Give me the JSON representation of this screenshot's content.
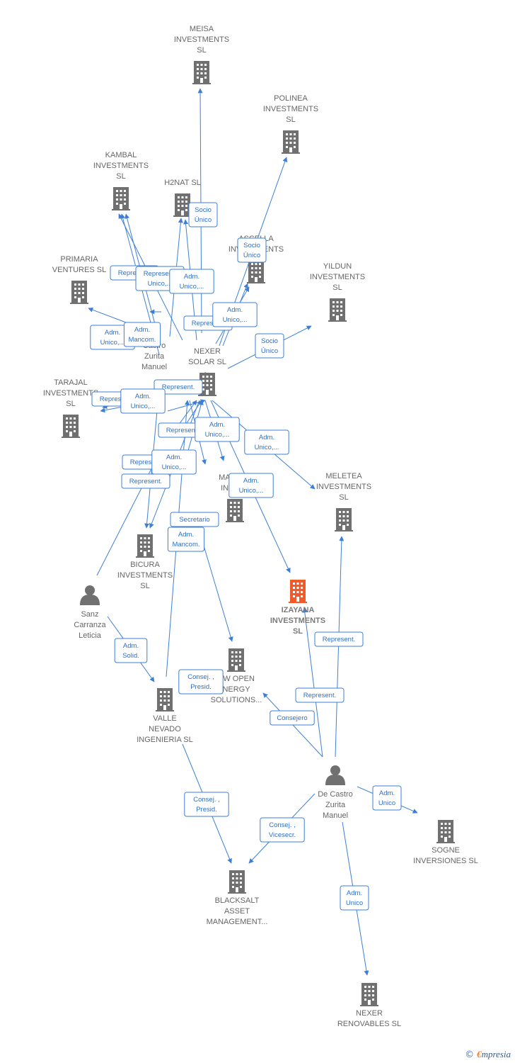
{
  "colors": {
    "edge": "#3d7fd6",
    "node": "#707070",
    "focus_node": "#f25a2a",
    "label": "#666666"
  },
  "nodes": [
    {
      "id": "meisa",
      "type": "company",
      "lines": [
        "MEISA",
        "INVESTMENTS",
        "SL"
      ]
    },
    {
      "id": "polinea",
      "type": "company",
      "lines": [
        "POLINEA",
        "INVESTMENTS",
        "SL"
      ]
    },
    {
      "id": "kambal",
      "type": "company",
      "lines": [
        "KAMBAL",
        "INVESTMENTS",
        "SL"
      ]
    },
    {
      "id": "h2nat",
      "type": "company",
      "lines": [
        "H2NAT  SL"
      ]
    },
    {
      "id": "ascella",
      "type": "company",
      "lines": [
        "ASCELLA",
        "INVESTMENTS"
      ]
    },
    {
      "id": "primaria",
      "type": "company",
      "lines": [
        "PRIMARIA",
        "VENTURES SL"
      ]
    },
    {
      "id": "yildun",
      "type": "company",
      "lines": [
        "YILDUN",
        "INVESTMENTS",
        "SL"
      ]
    },
    {
      "id": "castro_top",
      "type": "person",
      "lines": [
        "Castro",
        "Zurita",
        "Manuel"
      ]
    },
    {
      "id": "nexer_solar",
      "type": "company",
      "lines": [
        "NEXER",
        "SOLAR  SL"
      ]
    },
    {
      "id": "tarajal",
      "type": "company",
      "lines": [
        "TARAJAL",
        "INVESTMENTS",
        "SL"
      ]
    },
    {
      "id": "magale",
      "type": "company",
      "lines": [
        "MAGALE",
        "INVEST"
      ]
    },
    {
      "id": "meletea",
      "type": "company",
      "lines": [
        "MELETEA",
        "INVESTMENTS",
        "SL"
      ]
    },
    {
      "id": "bicura",
      "type": "company",
      "lines": [
        "BICURA",
        "INVESTMENTS",
        "SL"
      ]
    },
    {
      "id": "izayana",
      "type": "focus",
      "lines": [
        "IZAYANA",
        "INVESTMENTS",
        "SL"
      ]
    },
    {
      "id": "sanz",
      "type": "person",
      "lines": [
        "Sanz",
        "Carranza",
        "Leticia"
      ]
    },
    {
      "id": "new_open",
      "type": "company",
      "lines": [
        "EW OPEN",
        "NERGY",
        "SOLUTIONS..."
      ]
    },
    {
      "id": "valle",
      "type": "company",
      "lines": [
        "VALLE",
        "NEVADO",
        "INGENIERIA SL"
      ]
    },
    {
      "id": "de_castro",
      "type": "person",
      "lines": [
        "De Castro",
        "Zurita",
        "Manuel"
      ]
    },
    {
      "id": "sogne",
      "type": "company",
      "lines": [
        "SOGNE",
        "INVERSIONES SL"
      ]
    },
    {
      "id": "blacksalt",
      "type": "company",
      "lines": [
        "BLACKSALT",
        "ASSET",
        "MANAGEMENT..."
      ]
    },
    {
      "id": "nexer_renov",
      "type": "company",
      "lines": [
        "NEXER",
        "RENOVABLES SL"
      ]
    }
  ],
  "edge_labels": [
    {
      "id": "l1",
      "lines": [
        "Socio",
        "Único"
      ]
    },
    {
      "id": "l2",
      "lines": [
        "Socio",
        "Único"
      ]
    },
    {
      "id": "l3",
      "lines": [
        "Represent."
      ]
    },
    {
      "id": "l4",
      "lines": [
        "Represent.",
        "Unico,..."
      ]
    },
    {
      "id": "l5",
      "lines": [
        "Adm.",
        "Unico,..."
      ]
    },
    {
      "id": "l6",
      "lines": [
        "Adm.",
        "Unico,..."
      ]
    },
    {
      "id": "l7",
      "lines": [
        "Represent."
      ]
    },
    {
      "id": "l8",
      "lines": [
        "Adm.",
        "Unico,..."
      ]
    },
    {
      "id": "l9",
      "lines": [
        "Adm.",
        "Mancom."
      ]
    },
    {
      "id": "l10",
      "lines": [
        "Socio",
        "Único"
      ]
    },
    {
      "id": "l11",
      "lines": [
        "Represent."
      ]
    },
    {
      "id": "l12",
      "lines": [
        "Represent."
      ]
    },
    {
      "id": "l13",
      "lines": [
        "Adm.",
        "Unico,..."
      ]
    },
    {
      "id": "l14",
      "lines": [
        "Represent."
      ]
    },
    {
      "id": "l15",
      "lines": [
        "Adm.",
        "Unico,..."
      ]
    },
    {
      "id": "l16",
      "lines": [
        "Adm.",
        "Unico,..."
      ]
    },
    {
      "id": "l17",
      "lines": [
        "Represent."
      ]
    },
    {
      "id": "l18",
      "lines": [
        "Adm.",
        "Unico,..."
      ]
    },
    {
      "id": "l19",
      "lines": [
        "Represent."
      ]
    },
    {
      "id": "l20",
      "lines": [
        "Adm.",
        "Unico,..."
      ]
    },
    {
      "id": "l21",
      "lines": [
        "Secretario"
      ]
    },
    {
      "id": "l22",
      "lines": [
        "Adm.",
        "Mancom."
      ]
    },
    {
      "id": "l23",
      "lines": [
        "Adm.",
        "Solid."
      ]
    },
    {
      "id": "l24",
      "lines": [
        "Consej. ,",
        "Presid."
      ]
    },
    {
      "id": "l25",
      "lines": [
        "Represent."
      ]
    },
    {
      "id": "l26",
      "lines": [
        "Represent."
      ]
    },
    {
      "id": "l27",
      "lines": [
        "Consejero"
      ]
    },
    {
      "id": "l28",
      "lines": [
        "Adm.",
        "Unico"
      ]
    },
    {
      "id": "l29",
      "lines": [
        "Consej. ,",
        "Presid."
      ]
    },
    {
      "id": "l30",
      "lines": [
        "Consej. ,",
        "Vicesecr."
      ]
    },
    {
      "id": "l31",
      "lines": [
        "Adm.",
        "Unico"
      ]
    }
  ],
  "footer": {
    "copyright_symbol": "©",
    "brand_initial": "€",
    "brand_rest": "mpresia"
  }
}
